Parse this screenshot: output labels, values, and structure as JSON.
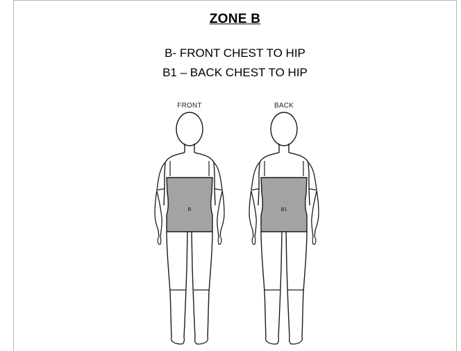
{
  "zone": {
    "title": "ZONE B",
    "lines": [
      "B- FRONT CHEST TO HIP",
      "B1 – BACK CHEST TO HIP"
    ]
  },
  "figures": {
    "front": {
      "view_label": "FRONT",
      "zone_label": "B"
    },
    "back": {
      "view_label": "BACK",
      "zone_label": "B1"
    }
  },
  "colors": {
    "zone_fill": "#a3a3a3",
    "outline": "#1a1a1a",
    "border": "#b5b5b5"
  }
}
